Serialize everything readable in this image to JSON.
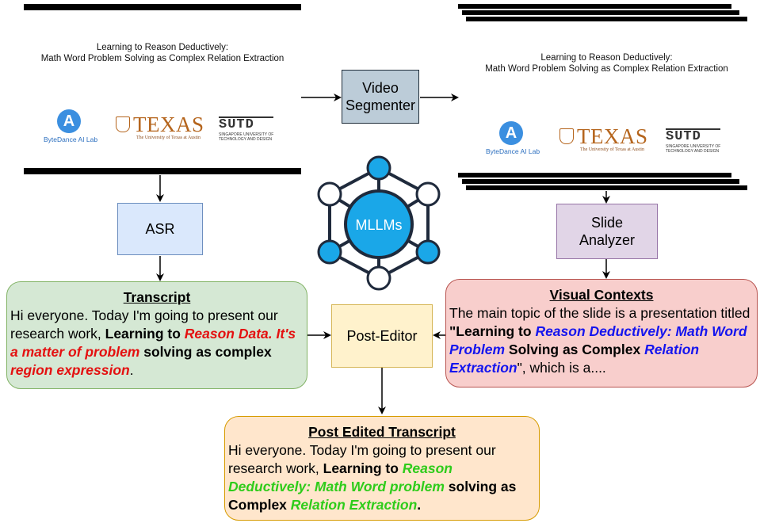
{
  "slide_title_line1": "Learning to Reason Deductively:",
  "slide_title_line2": "Math Word Problem Solving as Complex Relation Extraction",
  "logos": {
    "bytedance_letter": "A",
    "bytedance_label": "ByteDance AI Lab",
    "texas_word": "TEXAS",
    "texas_sub": "The University of Texas at Austin",
    "sutd_mark": "SUTD",
    "sutd_sub1": "SINGAPORE UNIVERSITY OF",
    "sutd_sub2": "TECHNOLOGY AND DESIGN"
  },
  "boxes": {
    "video_segmenter_l1": "Video",
    "video_segmenter_l2": "Segmenter",
    "asr": "ASR",
    "slide_analyzer_l1": "Slide",
    "slide_analyzer_l2": "Analyzer",
    "post_editor": "Post-Editor",
    "mllms": "MLLMs"
  },
  "transcript": {
    "title": "Transcript",
    "t1": "Hi everyone. Today I'm going to present our research work, ",
    "t2": "Learning to ",
    "t3": "Reason Data. It's a matter of problem",
    "t4": " solving as complex ",
    "t5": "region expression",
    "t6": "."
  },
  "visual": {
    "title": "Visual Contexts",
    "v1": "The main topic of the slide is a presentation titled ",
    "v2": "\"Learning to ",
    "v3": "Reason Deductively: Math Word Problem",
    "v4": " Solving as Complex ",
    "v5": "Relation Extraction",
    "v6": "\", which is a...."
  },
  "post_edited": {
    "title": "Post Edited Transcript",
    "p1": "Hi everyone. Today I'm going to present our research work, ",
    "p2": "Learning to ",
    "p3": "Reason Deductively: Math Word problem",
    "p4": " solving as Complex ",
    "p5": "Relation Extraction",
    "p6": "."
  },
  "colors": {
    "node_fill": "#1aa7e8",
    "node_stroke": "#1f2a3c",
    "error_red": "#e41010",
    "context_blue": "#1515ee",
    "fix_green": "#2ecc1a"
  }
}
